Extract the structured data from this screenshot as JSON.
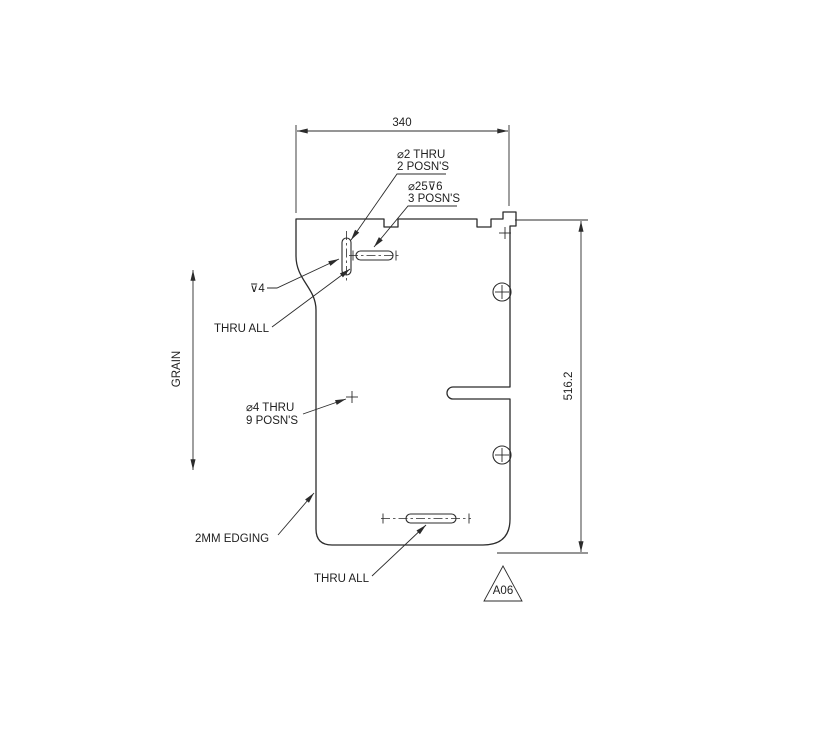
{
  "dims": {
    "width": "340",
    "height": "516.2"
  },
  "grain": "GRAIN",
  "notes": {
    "d2_1": "⌀2 THRU",
    "d2_2": "2 POSN'S",
    "d25_1": "⌀25⊽6",
    "d25_2": "3 POSN'S",
    "depth": "⊽4",
    "thru_top": "THRU ALL",
    "d4_1": "⌀4 THRU",
    "d4_2": "9 POSN'S",
    "edging": "2MM EDGING",
    "thru_bottom": "THRU ALL"
  },
  "flag": "A06",
  "colors": {
    "line": "#2b2b2b",
    "background": "#ffffff"
  }
}
